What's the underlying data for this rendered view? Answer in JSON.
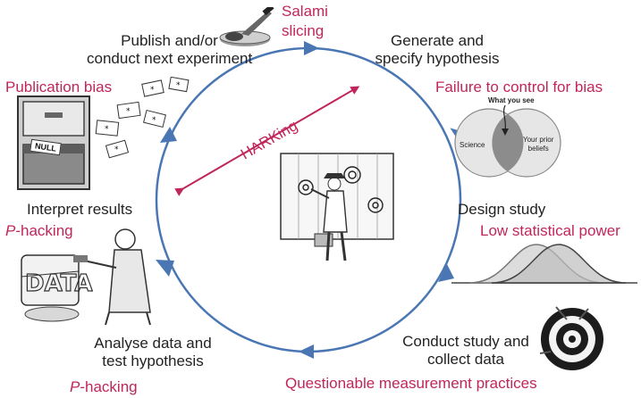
{
  "colors": {
    "cycle": "#4a77b4",
    "threat": "#c0265c",
    "text": "#222222"
  },
  "stages": {
    "generate": [
      "Generate and",
      "specify hypothesis"
    ],
    "design": "Design study",
    "conduct": [
      "Conduct study and",
      "collect data"
    ],
    "analyse": [
      "Analyse data and",
      "test hypothesis"
    ],
    "interpret": "Interpret results",
    "publish": [
      "Publish and/or",
      "conduct next experiment"
    ]
  },
  "threats": {
    "salami": [
      "Salami",
      "slicing"
    ],
    "failure_bias": "Failure to control for bias",
    "low_power": "Low statistical power",
    "qmp": "Questionable measurement practices",
    "p_hacking_1": {
      "italic": "P",
      "rest": "-hacking"
    },
    "p_hacking_2": {
      "italic": "P",
      "rest": "-hacking"
    },
    "publication_bias": "Publication bias",
    "harking": "HARKing"
  },
  "venn": {
    "top": "What you see",
    "left": "Science",
    "right": [
      "Your prior",
      "beliefs"
    ]
  },
  "drawer_label": "NULL",
  "icons": [
    "salami-knife-icon",
    "venn-diagram-icon",
    "power-curves-icon",
    "target-icon",
    "file-cabinet-icon",
    "data-shredder-icon",
    "painted-target-wall-icon"
  ]
}
